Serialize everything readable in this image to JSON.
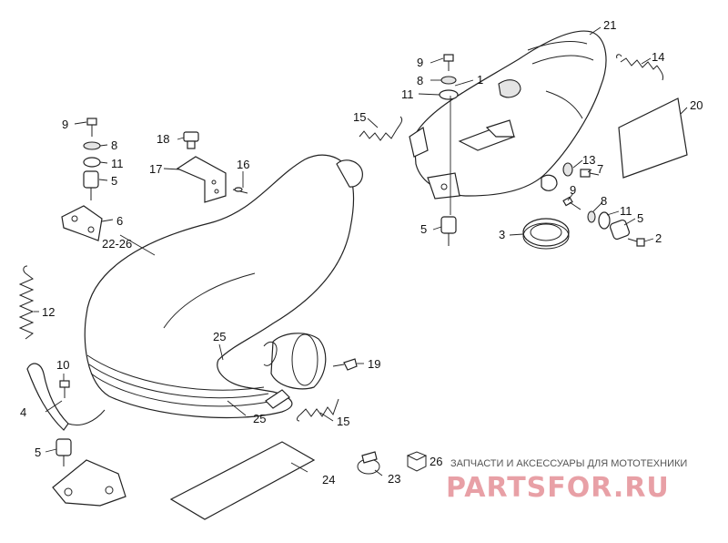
{
  "labels": {
    "p1": "1",
    "p2": "2",
    "p3": "3",
    "p4": "4",
    "p5a": "5",
    "p5b": "5",
    "p5c": "5",
    "p5d": "5",
    "p6": "6",
    "p7": "7",
    "p8a": "8",
    "p8b": "8",
    "p8c": "8",
    "p9a": "9",
    "p9b": "9",
    "p9c": "9",
    "p10": "10",
    "p11a": "11",
    "p11b": "11",
    "p11c": "11",
    "p12": "12",
    "p13": "13",
    "p14": "14",
    "p15a": "15",
    "p15b": "15",
    "p16": "16",
    "p17": "17",
    "p18": "18",
    "p19": "19",
    "p20": "20",
    "p21": "21",
    "p2226": "22-26",
    "p23": "23",
    "p24": "24",
    "p25a": "25",
    "p25b": "25",
    "p26": "26"
  },
  "watermark": {
    "caption": "ЗАПЧАСТИ И АКСЕССУАРЫ ДЛЯ МОТОТЕХНИКИ",
    "logo": "PARTSFOR.RU"
  },
  "colors": {
    "logo": "#e8a0a6",
    "line": "#222222"
  }
}
